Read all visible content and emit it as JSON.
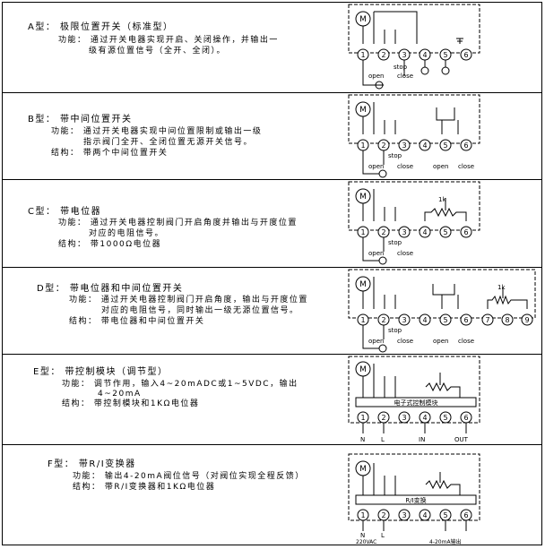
{
  "rows": [
    {
      "title": "A型：  极限位置开关（标准型）",
      "lines": [
        "功能：  通过开关电器实现开启、关闭操作，并输出一",
        "级有源位置信号（全开、全闭）。"
      ],
      "diagram": {
        "motor": "M",
        "terminals": [
          "1",
          "2",
          "3",
          "4",
          "5",
          "6"
        ],
        "labels": [
          "stop",
          "open",
          "close"
        ]
      }
    },
    {
      "title": "B型：  带中间位置开关",
      "lines": [
        "功能：  通过开关电器实现中间位置限制或输出一级",
        "指示阀门全开、全闭位置无源开关信号。",
        "结构：  带两个中间位置开关"
      ],
      "diagram": {
        "motor": "M",
        "terminals": [
          "1",
          "2",
          "3",
          "4",
          "5",
          "6"
        ],
        "labels": [
          "stop",
          "open",
          "close",
          "open",
          "close"
        ]
      }
    },
    {
      "title": "C型：  带电位器",
      "lines": [
        "功能：  通过开关电器控制阀门开启角度并输出与开度位置",
        "对应的电阻信号。",
        "结构：  带1000Ω电位器"
      ],
      "diagram": {
        "motor": "M",
        "terminals": [
          "1",
          "2",
          "3",
          "4",
          "5",
          "6"
        ],
        "labels": [
          "stop",
          "open",
          "close",
          "1k"
        ]
      }
    },
    {
      "title": "D型：  带电位器和中间位置开关",
      "lines": [
        "功能：  通过开关电器控制阀门开启角度，输出与开度位置",
        "对应的电阻信号，同时输出一级无源位置信号。",
        "结构：  带电位器和中间位置开关"
      ],
      "diagram": {
        "motor": "M",
        "terminals": [
          "1",
          "2",
          "3",
          "4",
          "5",
          "6",
          "7",
          "8",
          "9"
        ],
        "labels": [
          "stop",
          "open",
          "close",
          "open",
          "close",
          "1k"
        ]
      }
    },
    {
      "title": "E型：  带控制模块（调节型）",
      "lines": [
        "功能：  调节作用，输入4~20mADC或1~5VDC，输出",
        "4~20mA",
        "结构：  带控制模块和1KΩ电位器"
      ],
      "diagram": {
        "motor": "M",
        "terminals": [
          "1",
          "2",
          "3",
          "4",
          "5",
          "6"
        ],
        "module": "电子式控制模块",
        "bottom": [
          "N",
          "L",
          "IN",
          "OUT"
        ]
      }
    },
    {
      "title": "F型：  带R/I变换器",
      "lines": [
        "功能：  输出4-20mA阀位信号（对阀位实现全程反馈）",
        "结构：  带R/I变换器和1KΩ电位器"
      ],
      "diagram": {
        "motor": "M",
        "terminals": [
          "1",
          "2",
          "3",
          "4",
          "5",
          "6"
        ],
        "module": "R/I变换",
        "bottom": [
          "N",
          "L",
          "220VAC",
          "4-20mA输出"
        ]
      }
    }
  ]
}
